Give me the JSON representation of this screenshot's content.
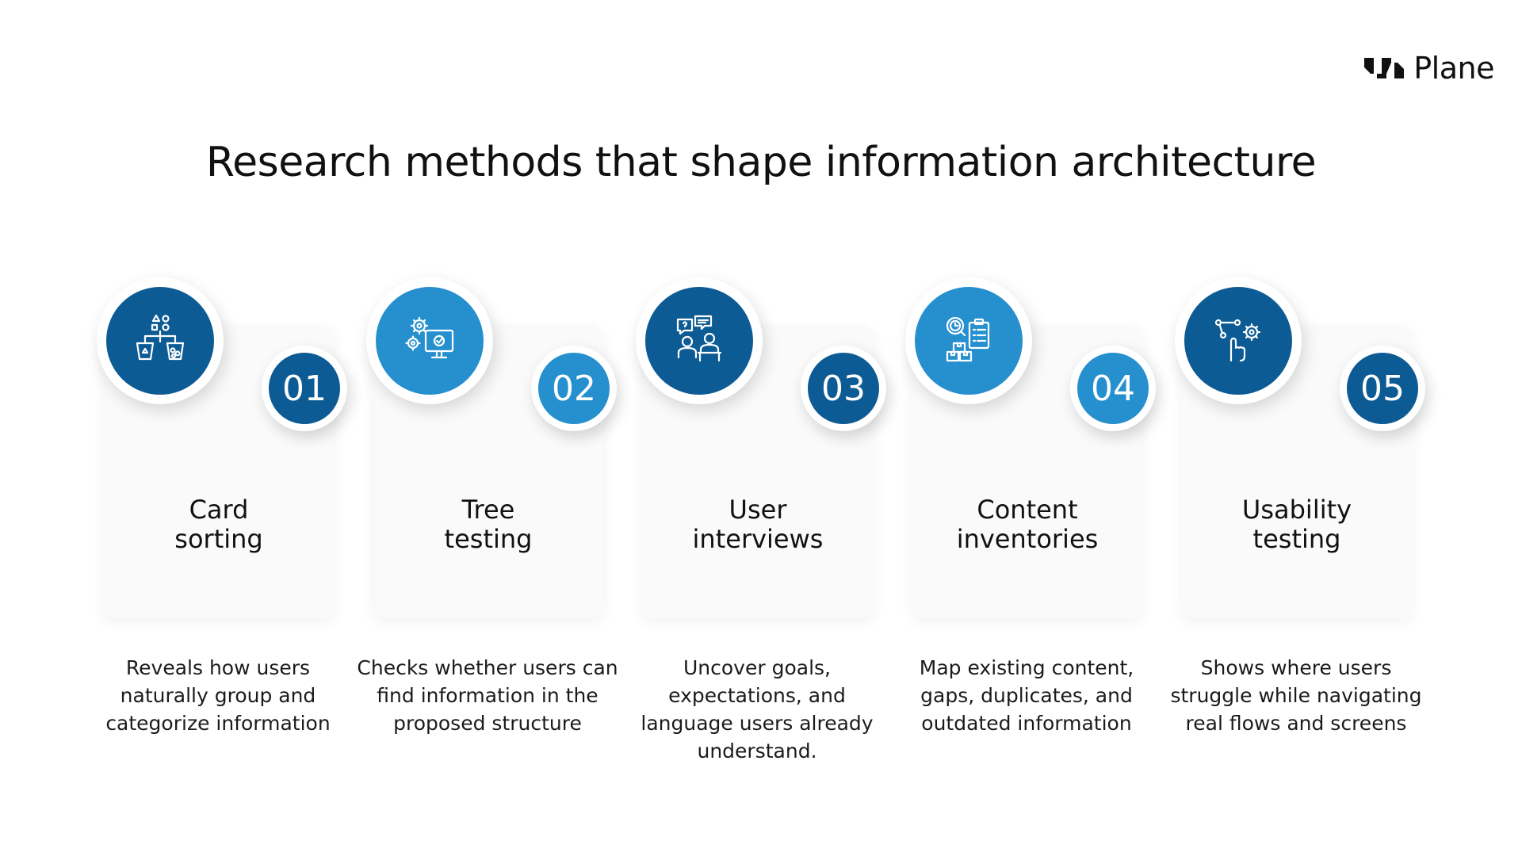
{
  "brand": {
    "name": "Plane",
    "logo_icon": "plane-logo-icon",
    "text_color": "#111111"
  },
  "title": "Research methods that shape information architecture",
  "colors": {
    "dark_blue": "#0d5b94",
    "light_blue": "#2690cf",
    "card_bg": "#fafafa"
  },
  "steps": [
    {
      "number": "01",
      "title_line1": "Card",
      "title_line2": "sorting",
      "description": "Reveals how users naturally group and categorize information",
      "icon": "card-sorting-icon",
      "tone": "dark"
    },
    {
      "number": "02",
      "title_line1": "Tree",
      "title_line2": "testing",
      "description": "Checks whether users can find information in the proposed structure",
      "icon": "tree-testing-icon",
      "tone": "light"
    },
    {
      "number": "03",
      "title_line1": "User",
      "title_line2": "interviews",
      "description": "Uncover goals, expectations, and language users already understand.",
      "icon": "user-interviews-icon",
      "tone": "dark"
    },
    {
      "number": "04",
      "title_line1": "Content",
      "title_line2": "inventories",
      "description": "Map existing content, gaps, duplicates, and outdated information",
      "icon": "content-inventory-icon",
      "tone": "light"
    },
    {
      "number": "05",
      "title_line1": "Usability",
      "title_line2": "testing",
      "description": "Shows where users struggle while navigating real flows and screens",
      "icon": "usability-testing-icon",
      "tone": "dark"
    }
  ]
}
